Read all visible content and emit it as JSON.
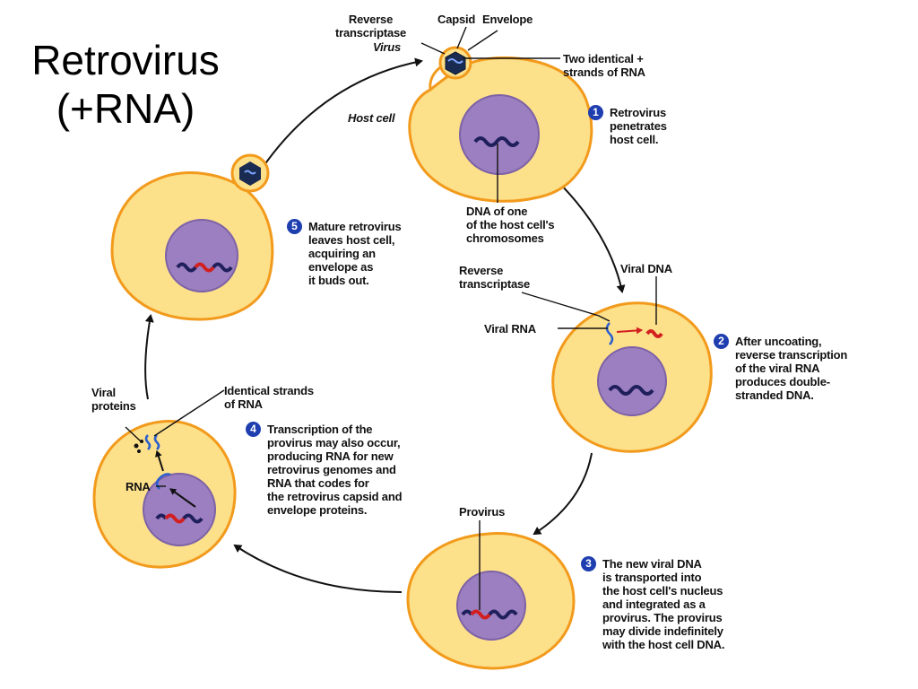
{
  "title": {
    "line1": "Retrovirus",
    "line2": "(+RNA)"
  },
  "labels": {
    "reverse_transcriptase_top": [
      "Reverse",
      "transcriptase"
    ],
    "virus": "Virus",
    "capsid": "Capsid",
    "envelope": "Envelope",
    "two_identical": [
      "Two identical +",
      "strands of RNA"
    ],
    "host_cell": "Host cell",
    "dna_of_one": [
      "DNA of one",
      "of the host cell's",
      "chromosomes"
    ],
    "reverse_transcriptase_mid": [
      "Reverse",
      "transcriptase"
    ],
    "viral_dna": "Viral DNA",
    "viral_rna": "Viral RNA",
    "provirus": "Provirus",
    "viral_proteins": [
      "Viral",
      "proteins"
    ],
    "identical_strands": [
      "Identical strands",
      "of RNA"
    ],
    "rna": "RNA"
  },
  "steps": [
    {
      "number": "1",
      "lines": [
        "Retrovirus",
        "penetrates",
        "host cell."
      ]
    },
    {
      "number": "2",
      "lines": [
        "After uncoating,",
        "reverse transcription",
        "of the viral RNA",
        "produces double-",
        "stranded DNA."
      ]
    },
    {
      "number": "3",
      "lines": [
        "The new viral DNA",
        "is transported into",
        "the host cell's nucleus",
        "and integrated as a",
        "provirus. The provirus",
        "may divide indefinitely",
        "with the host cell DNA."
      ]
    },
    {
      "number": "4",
      "lines": [
        "Transcription of the",
        "provirus may also occur,",
        "producing RNA for new",
        "retrovirus genomes and",
        "RNA that codes for",
        "the retrovirus capsid and",
        "envelope proteins."
      ]
    },
    {
      "number": "5",
      "lines": [
        "Mature retrovirus",
        "leaves host cell,",
        "acquiring an",
        "envelope as",
        "it buds out."
      ]
    }
  ],
  "colors": {
    "cell_fill": "#fde08a",
    "cell_stroke": "#f29a1c",
    "nucleus_fill": "#9b7fc0",
    "dna": "#1f1f5c",
    "viral_dna": "#d21f1f",
    "capsid": "#1a2b52",
    "step_badge": "#1f3fb0"
  }
}
